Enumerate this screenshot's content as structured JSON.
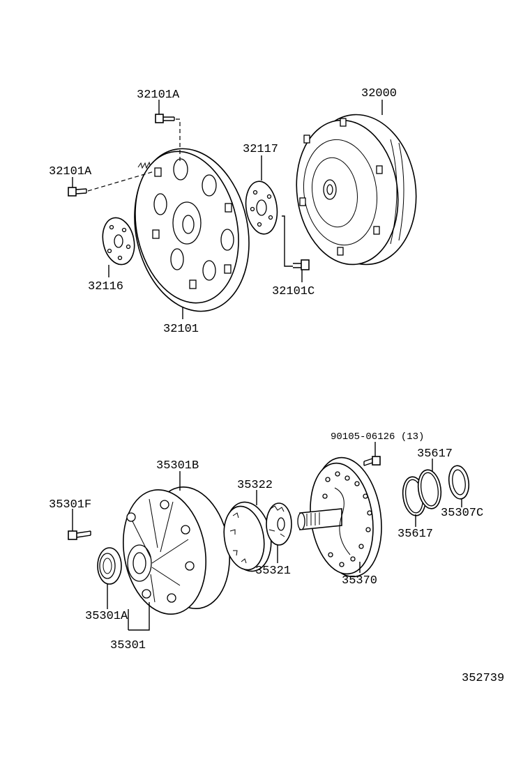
{
  "labels": {
    "p32101A_top": "32101A",
    "p32101A_left": "32101A",
    "p32000": "32000",
    "p32117": "32117",
    "p32116": "32116",
    "p32101C": "32101C",
    "p32101": "32101",
    "p90105": "90105-06126 (13)",
    "p35617_top": "35617",
    "p35301B": "35301B",
    "p35322": "35322",
    "p35301F": "35301F",
    "p35307C": "35307C",
    "p35617_bottom": "35617",
    "p35321": "35321",
    "p35370": "35370",
    "p35301A": "35301A",
    "p35301": "35301",
    "diagram_id": "352739"
  }
}
